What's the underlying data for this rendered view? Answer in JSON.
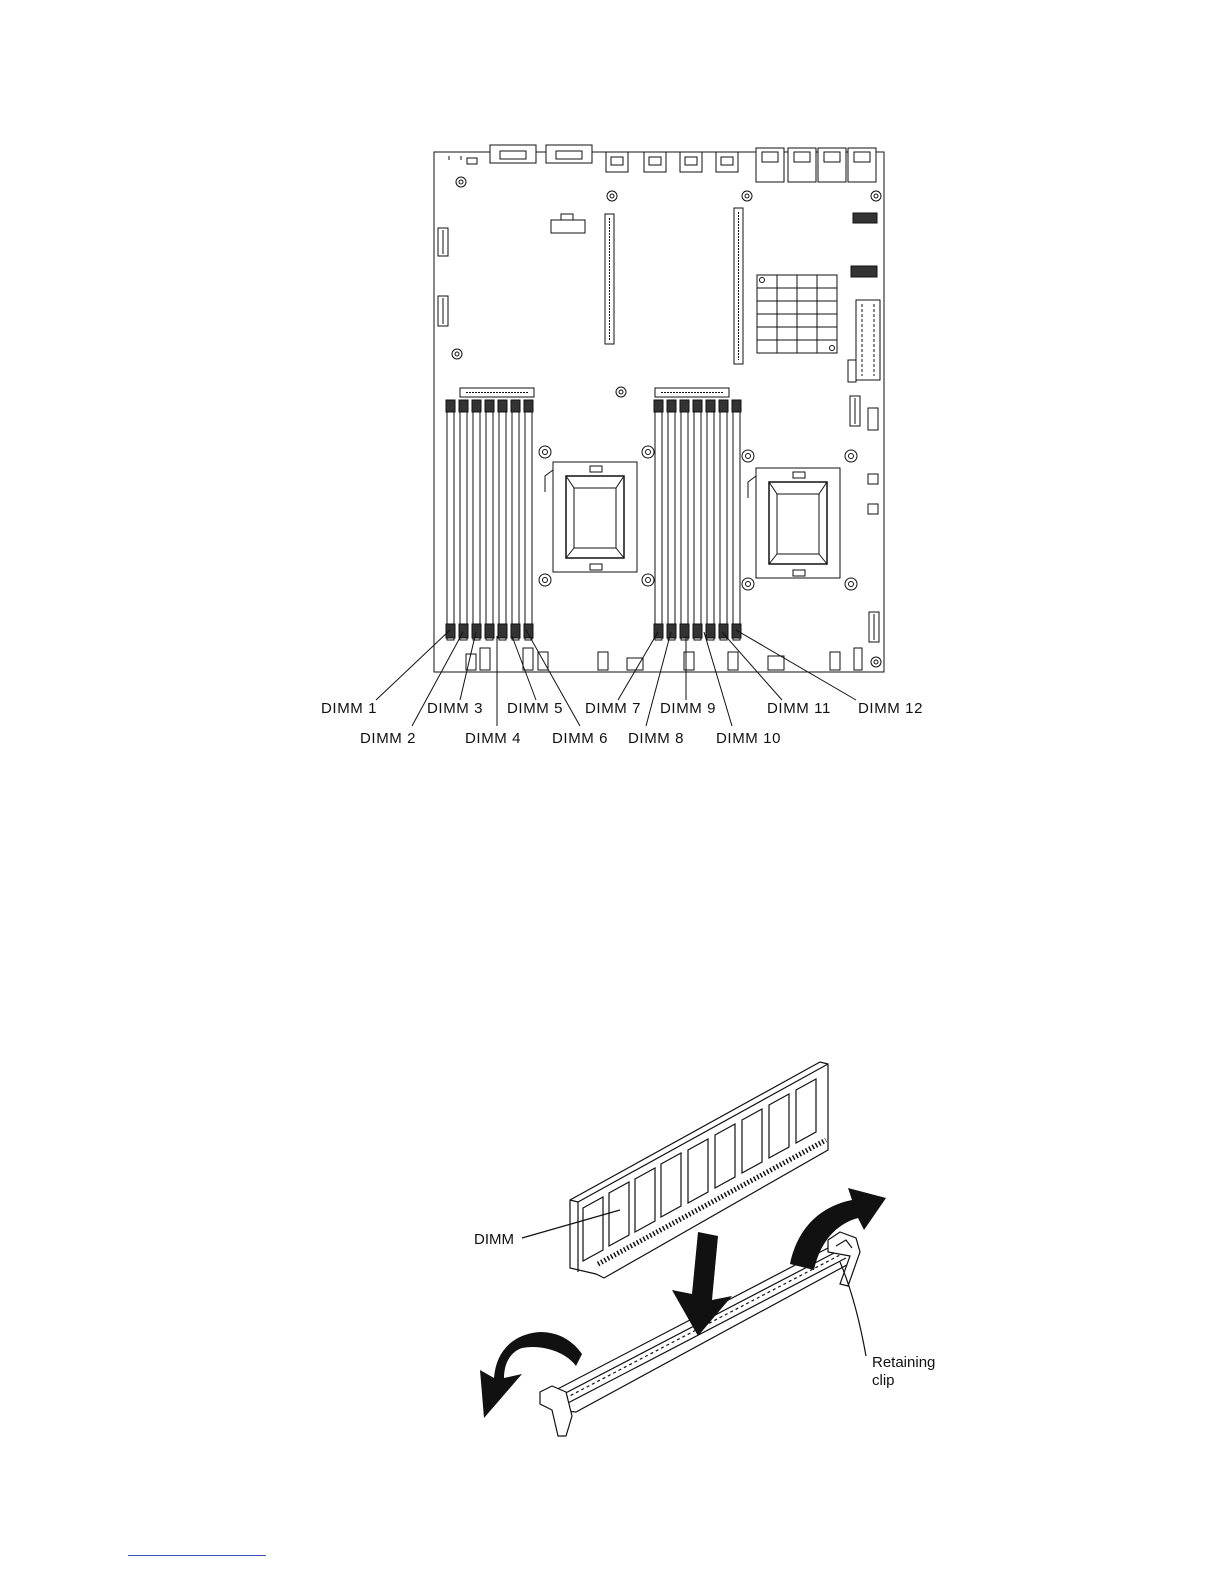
{
  "board": {
    "dimm_labels": [
      "DIMM 1",
      "DIMM 2",
      "DIMM 3",
      "DIMM 4",
      "DIMM 5",
      "DIMM 6",
      "DIMM 7",
      "DIMM 8",
      "DIMM 9",
      "DIMM 10",
      "DIMM 11",
      "DIMM 12"
    ]
  },
  "install": {
    "dimm_label": "DIMM",
    "clip_label_line1": "Retaining",
    "clip_label_line2": "clip"
  }
}
